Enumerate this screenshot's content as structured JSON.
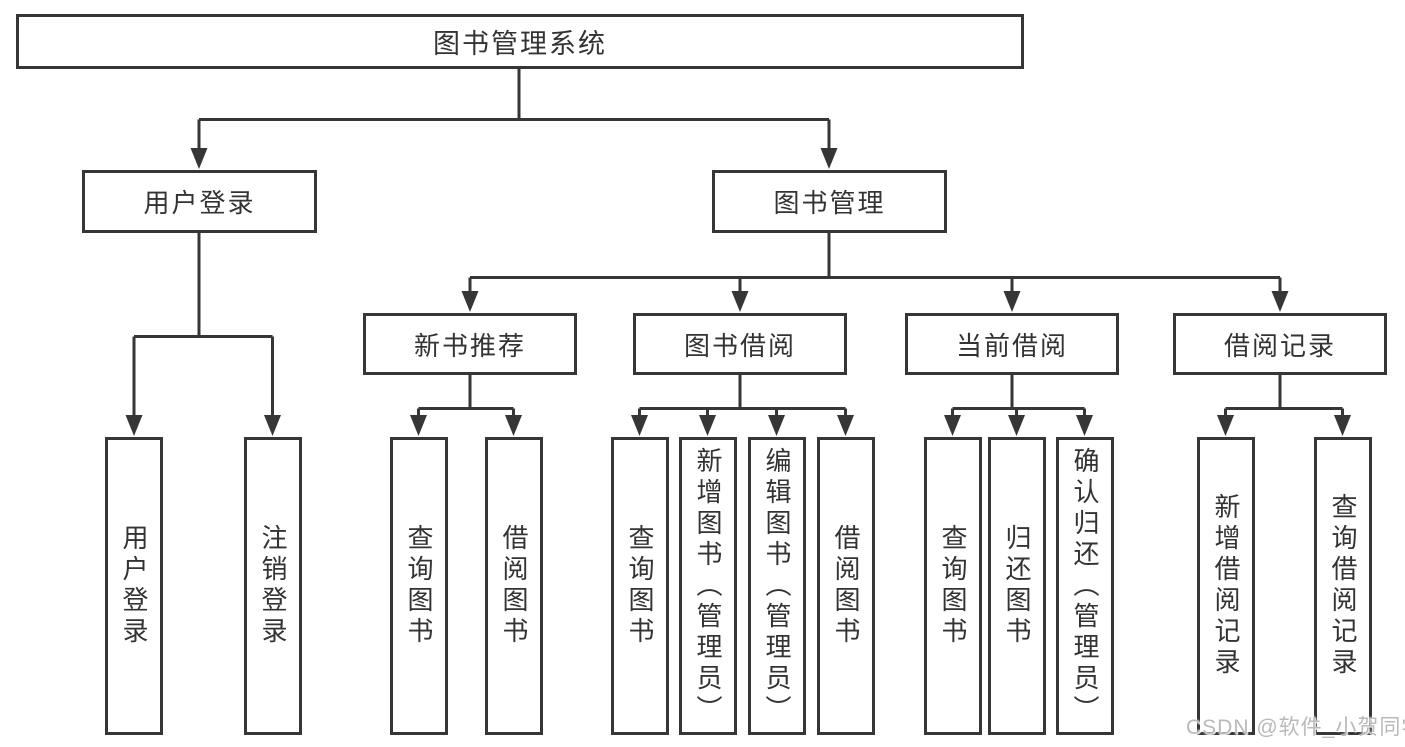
{
  "diagram": {
    "root": {
      "label": "图书管理系统"
    },
    "branches": [
      {
        "label": "用户登录",
        "children": [
          {
            "label": "用户登录"
          },
          {
            "label": "注销登录"
          }
        ]
      },
      {
        "label": "图书管理",
        "children": [
          {
            "label": "新书推荐",
            "children": [
              {
                "label": "查询图书"
              },
              {
                "label": "借阅图书"
              }
            ]
          },
          {
            "label": "图书借阅",
            "children": [
              {
                "label": "查询图书"
              },
              {
                "label": "新增图书（管理员）"
              },
              {
                "label": "编辑图书（管理员）"
              },
              {
                "label": "借阅图书"
              }
            ]
          },
          {
            "label": "当前借阅",
            "children": [
              {
                "label": "查询图书"
              },
              {
                "label": "归还图书"
              },
              {
                "label": "确认归还（管理员）"
              }
            ]
          },
          {
            "label": "借阅记录",
            "children": [
              {
                "label": "新增借阅记录"
              },
              {
                "label": "查询借阅记录"
              }
            ]
          }
        ]
      }
    ],
    "colors": {
      "line": "#363636",
      "box_background": "#ffffff",
      "text": "#333333"
    }
  },
  "watermark": {
    "text": "CSDN @软件_小贺同学",
    "color": "#b9b9b9"
  }
}
